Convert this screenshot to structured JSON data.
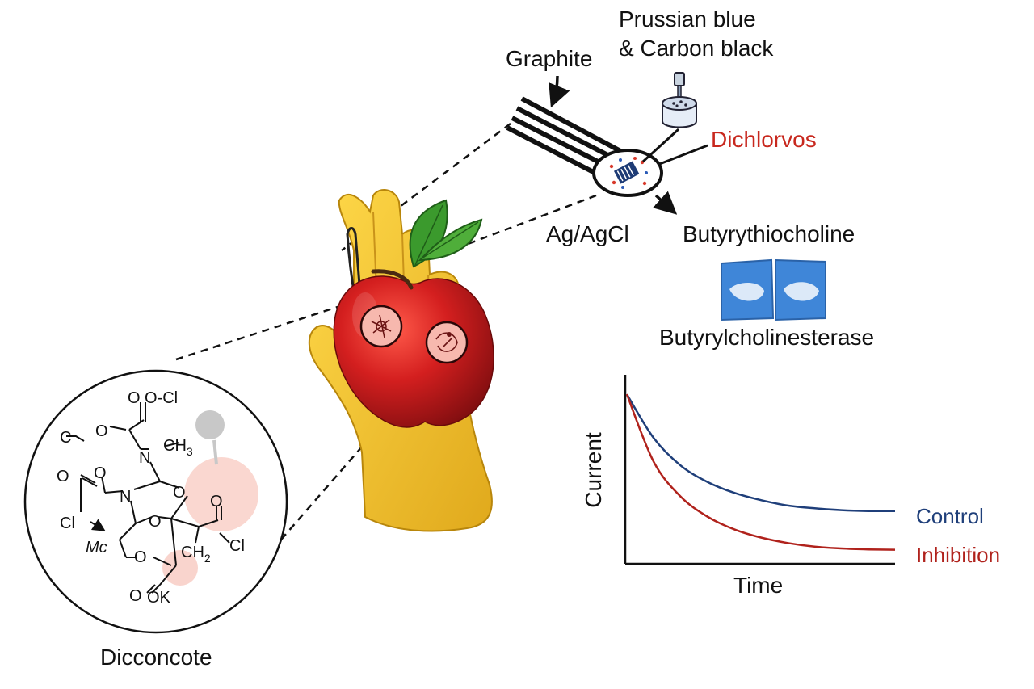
{
  "labels": {
    "graphite": "Graphite",
    "prussian_blue_line1": "Prussian blue",
    "prussian_blue_line2": "& Carbon black",
    "dichlorvos": "Dichlorvos",
    "ag_agcl": "Ag/AgCl",
    "butyrythiocholine": "Butyrythiocholine",
    "butyrylcholinesterase": "Butyrylcholinesterase",
    "molecule_name": "Dicconcote"
  },
  "colors": {
    "dichlorvos_text": "#c8281e",
    "control_curve": "#1f3f7a",
    "inhibition_curve": "#b0221c",
    "glove": "#f2c12e",
    "apple": "#c91c1c",
    "enzyme_pack": "#3f86d8"
  },
  "icons": {
    "electrode": "screen-printed-electrode-icon",
    "dropper": "dropper-vial-icon",
    "enzyme": "enzyme-packet-icon",
    "glove": "glove-icon",
    "apple": "apple-icon"
  },
  "chem": {
    "t_ocl": "O-Cl",
    "t_o_top": "O",
    "t_methyl_c": "C",
    "t_o_left": "O",
    "t_n_center": "N",
    "t_ch3": "CH",
    "t_ch3_sub": "3",
    "t_o_ketone_left": "O",
    "t_o_acyl": "O",
    "t_n_ring": "N",
    "t_o_ring_right": "O",
    "t_o_ring_bottom": "O",
    "t_cl_left": "Cl",
    "t_mc": "Mc",
    "t_o_ester": "O",
    "t_ch2": "CH",
    "t_ch2_sub": "2",
    "t_cl_right": "Cl",
    "t_o_right_acyl": "O",
    "t_cook_o": "O",
    "t_cook": "OK",
    "t_cook_k": "k"
  },
  "chart_data": {
    "type": "line",
    "title": "",
    "xlabel": "Time",
    "ylabel": "Current",
    "x": [
      0,
      0.1,
      0.2,
      0.3,
      0.4,
      0.5,
      0.6,
      0.7,
      0.8,
      0.9,
      1.0
    ],
    "ylim": [
      0,
      1
    ],
    "grid": false,
    "legend": "right",
    "series": [
      {
        "name": "Control",
        "values": [
          0.92,
          0.68,
          0.53,
          0.44,
          0.38,
          0.34,
          0.31,
          0.295,
          0.285,
          0.28,
          0.28
        ]
      },
      {
        "name": "Inhibition",
        "values": [
          0.92,
          0.55,
          0.36,
          0.25,
          0.18,
          0.135,
          0.105,
          0.085,
          0.075,
          0.07,
          0.068
        ]
      }
    ]
  }
}
